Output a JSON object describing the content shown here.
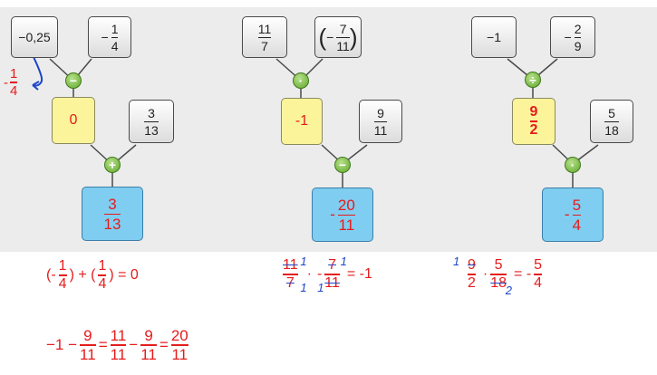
{
  "tree1": {
    "leaf_left": "−0,25",
    "leaf_right": {
      "sign": "−",
      "num": "1",
      "den": "4"
    },
    "op1": "−",
    "mid": "0",
    "side": {
      "num": "3",
      "den": "13"
    },
    "op2": "+",
    "result": {
      "num": "3",
      "den": "13"
    },
    "hand_note": {
      "sign": "-",
      "num": "1",
      "den": "4"
    }
  },
  "tree2": {
    "leaf_left": {
      "num": "11",
      "den": "7"
    },
    "leaf_right": {
      "sign": "−",
      "num": "7",
      "den": "11"
    },
    "op1": "·",
    "mid": "-1",
    "side": {
      "num": "9",
      "den": "11"
    },
    "op2": "−",
    "result": {
      "sign": "-",
      "num": "20",
      "den": "11"
    }
  },
  "tree3": {
    "leaf_left": "−1",
    "leaf_right": {
      "sign": "−",
      "num": "2",
      "den": "9"
    },
    "op1": "÷",
    "mid": {
      "num": "9",
      "den": "2"
    },
    "side": {
      "num": "5",
      "den": "18"
    },
    "op2": "·",
    "result": {
      "sign": "-",
      "num": "5",
      "den": "4"
    }
  },
  "work": {
    "eq1": {
      "open1": "(-",
      "f1": {
        "num": "1",
        "den": "4"
      },
      "close1": ") + (",
      "f2": {
        "num": "1",
        "den": "4"
      },
      "close2": ") = 0"
    },
    "eq2": {
      "f1": {
        "num": "11",
        "den": "7"
      },
      "dot": "·",
      "sign": "-",
      "f2": {
        "num": "7",
        "den": "11"
      },
      "eq": "= -1",
      "cancel": [
        "1",
        "1",
        "1",
        "1"
      ]
    },
    "eq3": {
      "f1": {
        "num": "9",
        "den": "2"
      },
      "dot": "·",
      "f2": {
        "num": "5",
        "den": "18"
      },
      "eq": "= -",
      "f3": {
        "num": "5",
        "den": "4"
      },
      "cancel": [
        "1",
        "2"
      ]
    },
    "eq4": {
      "start": "−1 −",
      "f1": {
        "num": "9",
        "den": "11"
      },
      "eqA": "=",
      "f2": {
        "num": "11",
        "den": "11"
      },
      "minus": "−",
      "f3": {
        "num": "9",
        "den": "11"
      },
      "eqB": "=",
      "f4": {
        "num": "20",
        "den": "11"
      }
    }
  },
  "colors": {
    "panel": "#ececec",
    "yellow": "#fbf49a",
    "blue": "#7fcdf0",
    "red": "#e51c1c",
    "hand_blue": "#1e46c8",
    "op_green": "#5fa82d"
  }
}
